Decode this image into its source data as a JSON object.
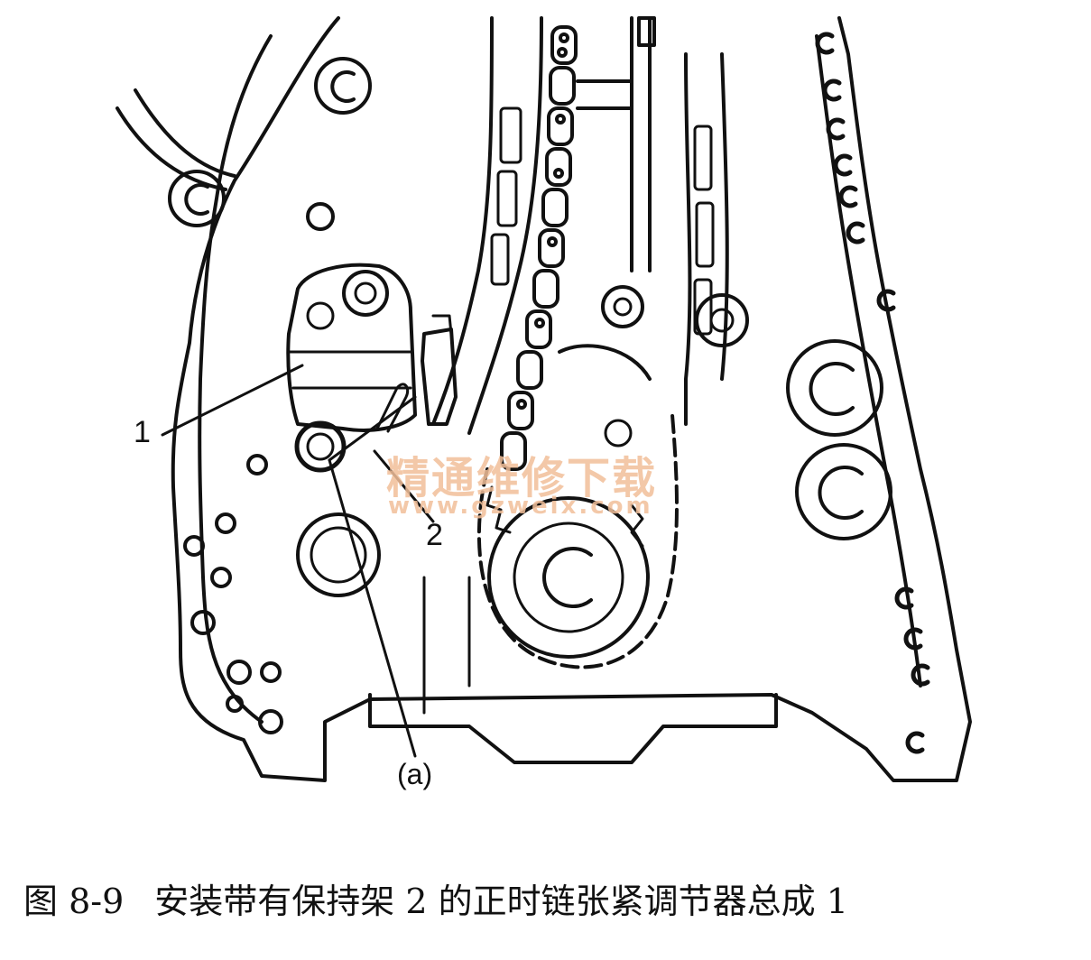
{
  "labels": {
    "part_1": "1",
    "part_2": "2",
    "point_a": "(a)"
  },
  "watermark": {
    "cn": "精通维修下载",
    "url": "www.gzweix.com"
  },
  "caption": {
    "figure_number": "图 8-9",
    "text": "安装带有保持架 2 的正时链张紧调节器总成 1"
  },
  "colors": {
    "ink": "#111111",
    "watermark": "#f2bf9a",
    "background": "#ffffff"
  }
}
